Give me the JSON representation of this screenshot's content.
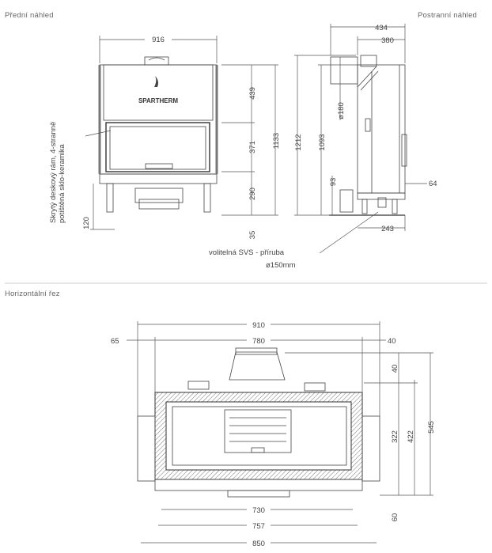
{
  "labels": {
    "front_view": "Přední náhled",
    "side_view": "Postranní náhled",
    "horizontal_section": "Horizontální řez",
    "brand": "SPARTHERM",
    "frame_note_line1": "Skrytý deskový rám, 4-stranně",
    "frame_note_line2": "potištěná sklo-keramika",
    "optional_flange": "volitelná  SVS  - příruba",
    "flange_diameter": "ø150mm"
  },
  "front_dims": {
    "width": "916",
    "h_top": "439",
    "h_glass": "371",
    "h_bottom": "290",
    "h_total": "1133",
    "feet": "35",
    "leg": "120"
  },
  "side_dims": {
    "w_total": "434",
    "w_body": "380",
    "h_total": "1212",
    "h_inner": "1093",
    "flue": "ø180",
    "bottom_h": "93",
    "offset": "64",
    "depth_bottom": "243"
  },
  "section_dims": {
    "w_total": "910",
    "w_inner": "780",
    "left_off": "65",
    "right_off": "40",
    "w_730": "730",
    "w_757": "757",
    "w_850": "850",
    "d_top": "40",
    "d_322": "322",
    "d_422": "422",
    "d_545": "545",
    "d_60": "60"
  }
}
